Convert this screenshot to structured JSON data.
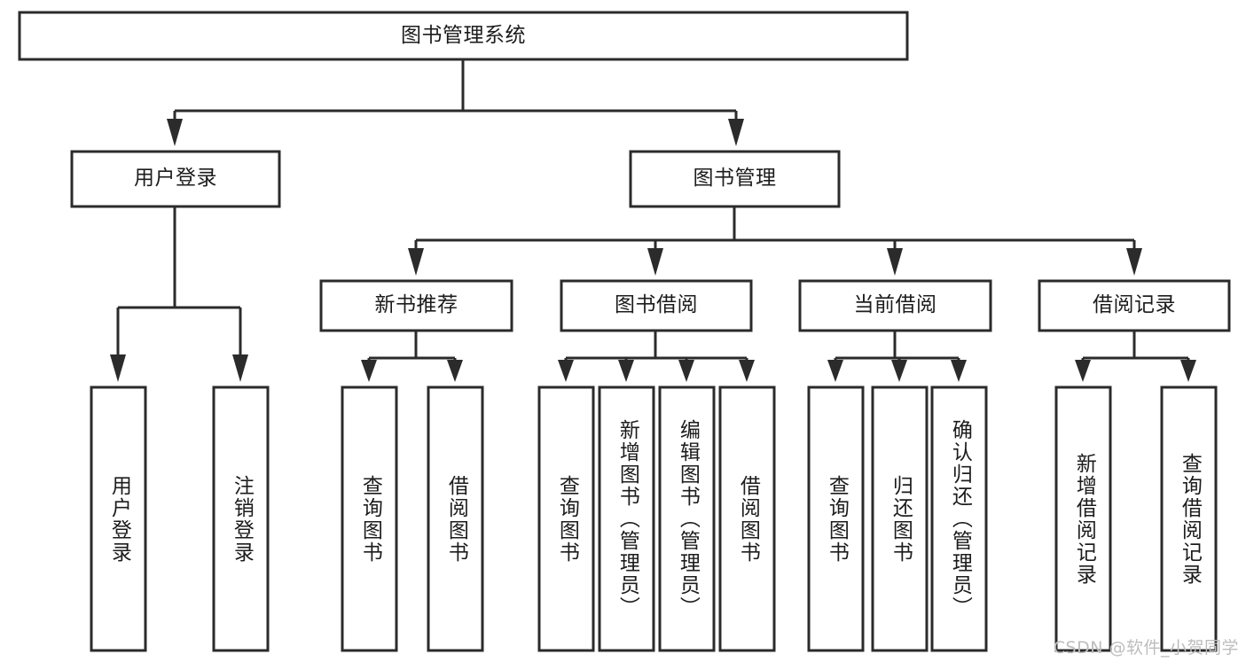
{
  "diagram": {
    "type": "tree-hierarchy-chart",
    "title_node": {
      "label": "图书管理系统"
    },
    "level2": [
      {
        "label": "用户登录"
      },
      {
        "label": "图书管理"
      }
    ],
    "level3": [
      {
        "label": "新书推荐"
      },
      {
        "label": "图书借阅"
      },
      {
        "label": "当前借阅"
      },
      {
        "label": "借阅记录"
      }
    ],
    "leaves": {
      "user_login": [
        {
          "label": "用户登录"
        },
        {
          "label": "注销登录"
        }
      ],
      "new_book_recommend": [
        {
          "label": "查询图书"
        },
        {
          "label": "借阅图书"
        }
      ],
      "book_borrow": [
        {
          "label": "查询图书"
        },
        {
          "label": "新增图书（管理员）"
        },
        {
          "label": "编辑图书（管理员）"
        },
        {
          "label": "借阅图书"
        }
      ],
      "current_borrow": [
        {
          "label": "查询图书"
        },
        {
          "label": "归还图书"
        },
        {
          "label": "确认归还（管理员）"
        }
      ],
      "borrow_record": [
        {
          "label": "新增借阅记录"
        },
        {
          "label": "查询借阅记录"
        }
      ]
    }
  },
  "watermark": {
    "text": "CSDN @软件_小贺同学"
  },
  "colors": {
    "box_stroke": "#2b2b2b",
    "box_fill": "#ffffff",
    "text": "#1c1c1c",
    "watermark": "#bdbdbd",
    "background": "#ffffff"
  }
}
